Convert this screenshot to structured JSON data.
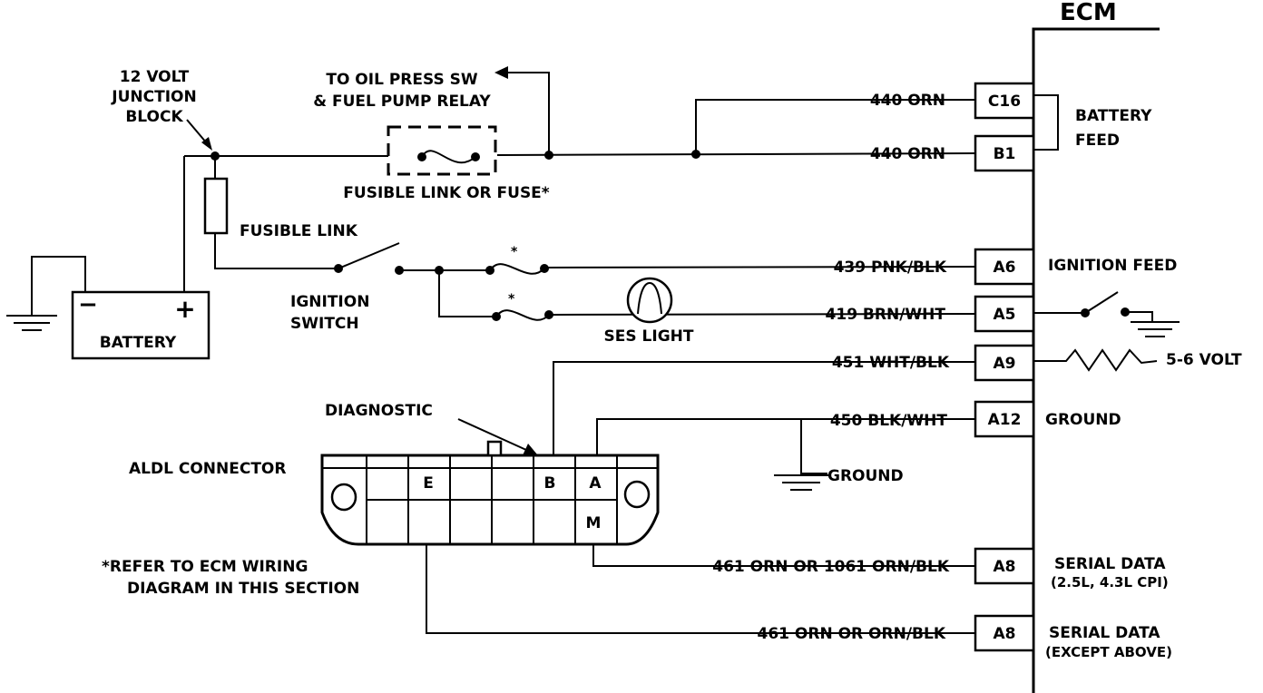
{
  "ecm": {
    "title": "ECM",
    "pins": [
      {
        "pin": "C16",
        "wire": "440 ORN",
        "function": ""
      },
      {
        "pin": "B1",
        "wire": "440 ORN",
        "function": ""
      },
      {
        "pin": "A6",
        "wire": "439 PNK/BLK",
        "function": "IGNITION FEED"
      },
      {
        "pin": "A5",
        "wire": "419 BRN/WHT",
        "function": ""
      },
      {
        "pin": "A9",
        "wire": "451 WHT/BLK",
        "function": ""
      },
      {
        "pin": "A12",
        "wire": "450 BLK/WHT",
        "function": "GROUND"
      },
      {
        "pin": "A8",
        "wire": "461 ORN OR 1061 ORN/BLK",
        "function": "SERIAL DATA",
        "function2": "(2.5L, 4.3L CPI)"
      },
      {
        "pin": "A8",
        "wire": "461 ORN OR ORN/BLK",
        "function": "SERIAL DATA",
        "function2": "(EXCEPT ABOVE)"
      }
    ],
    "battery_feed": [
      "BATTERY",
      "FEED"
    ],
    "a9_voltage": "5-6 VOLT"
  },
  "labels": {
    "junction_block": [
      "12 VOLT",
      "JUNCTION",
      "BLOCK"
    ],
    "oil_press": [
      "TO OIL PRESS SW",
      "& FUEL PUMP RELAY"
    ],
    "fusible_link_or_fuse": "FUSIBLE LINK OR FUSE*",
    "fusible_link": "FUSIBLE LINK",
    "ignition_switch": [
      "IGNITION",
      "SWITCH"
    ],
    "battery": "BATTERY",
    "battery_neg": "−",
    "battery_pos": "+",
    "fuse_star_1": "*",
    "fuse_star_2": "*",
    "ses_light": "SES  LIGHT",
    "diagnostic": "DIAGNOSTIC",
    "aldl_connector": "ALDL CONNECTOR",
    "ground": "GROUND",
    "note": [
      "*REFER TO ECM WIRING",
      "DIAGRAM IN THIS SECTION"
    ]
  },
  "aldl": {
    "cavity_e": "E",
    "cavity_b": "B",
    "cavity_a": "A",
    "cavity_m": "M"
  }
}
